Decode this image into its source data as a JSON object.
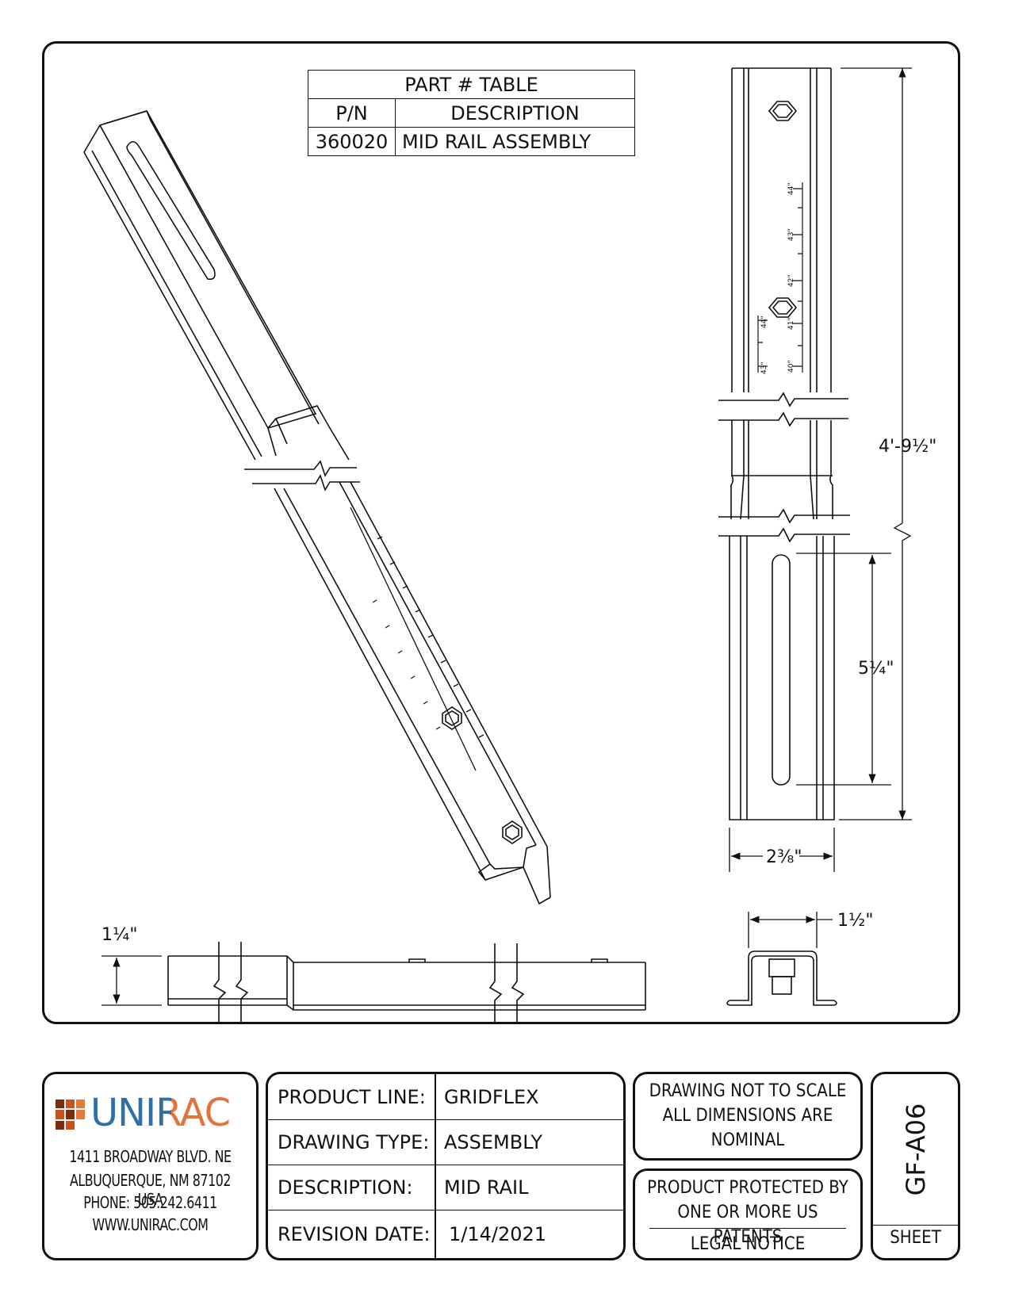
{
  "part_table": {
    "title": "PART # TABLE",
    "headers": [
      "P/N",
      "DESCRIPTION"
    ],
    "rows": [
      {
        "pn": "360020",
        "description": "MID RAIL ASSEMBLY"
      }
    ]
  },
  "dimensions": {
    "overall_length": "4'-9½\"",
    "slot_length": "5¼\"",
    "width": "2⅜\"",
    "height": "1¼\"",
    "channel_width": "1½\""
  },
  "scale_markings": {
    "inner": [
      "43\"",
      "44\""
    ],
    "outer": [
      "40\"",
      "41\"",
      "42\"",
      "43\"",
      "44\""
    ]
  },
  "company": {
    "logo": "UNIRAC",
    "logo_colors": {
      "uni": "#2e6fa7",
      "rac": "#e2733a",
      "squares": "#c8531b"
    },
    "address_line1": "1411 BROADWAY BLVD. NE",
    "address_line2": "ALBUQUERQUE, NM 87102 USA",
    "phone": "PHONE: 505.242.6411",
    "website": "WWW.UNIRAC.COM"
  },
  "title_block": {
    "product_line_label": "PRODUCT LINE:",
    "product_line": "GRIDFLEX",
    "drawing_type_label": "DRAWING TYPE:",
    "drawing_type": "ASSEMBLY",
    "description_label": "DESCRIPTION:",
    "description": "MID RAIL",
    "revision_date_label": "REVISION DATE:",
    "revision_date": "1/14/2021"
  },
  "notes": {
    "scale_line1": "DRAWING NOT TO SCALE",
    "scale_line2": "ALL DIMENSIONS ARE",
    "scale_line3": "NOMINAL",
    "patent_line1": "PRODUCT PROTECTED BY",
    "patent_line2": "ONE OR MORE US PATENTS",
    "legal": "LEGAL NOTICE"
  },
  "sheet": {
    "number": "GF-A06",
    "label": "SHEET"
  }
}
